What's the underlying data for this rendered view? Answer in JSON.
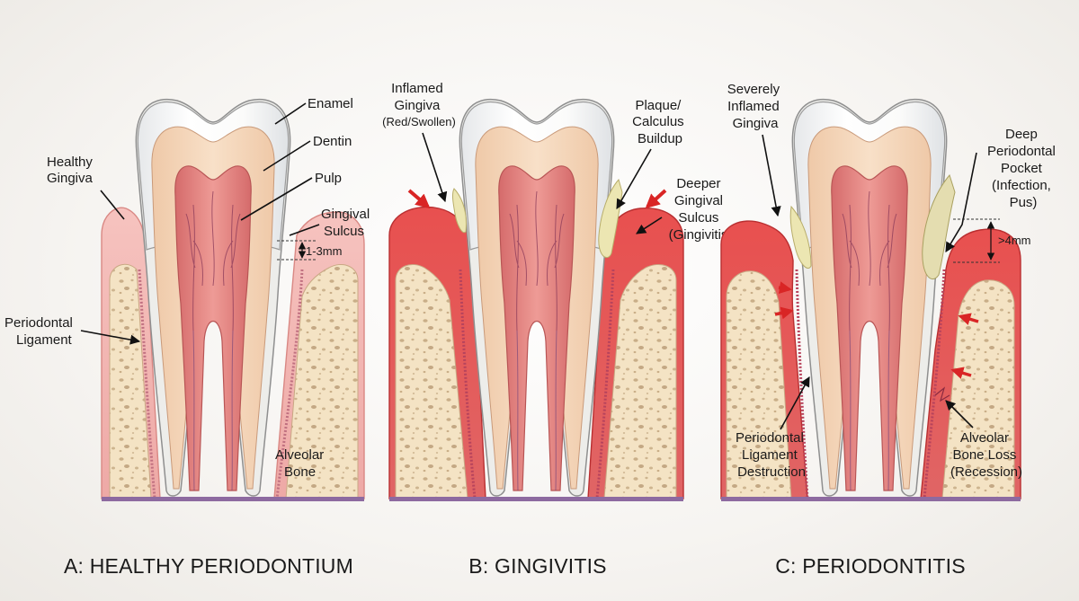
{
  "panels": [
    {
      "title": "A: HEALTHY PERIODONTIUM",
      "labels": {
        "enamel": "Enamel",
        "dentin": "Dentin",
        "pulp": "Pulp",
        "healthy_gingiva": [
          "Healthy",
          "Gingiva"
        ],
        "gingival_sulcus": [
          "Gingival",
          "Sulcus"
        ],
        "sulcus_depth": "1-3mm",
        "periodontal_ligament": [
          "Periodontal",
          "Ligament"
        ],
        "alveolar_bone": [
          "Alveolar",
          "Bone"
        ]
      }
    },
    {
      "title": "B: GINGIVITIS",
      "labels": {
        "inflamed_gingiva": [
          "Inflamed",
          "Gingiva",
          "(Red/Swollen)"
        ],
        "plaque_calculus": [
          "Plaque/",
          "Calculus",
          "Buildup"
        ],
        "deeper_sulcus": [
          "Deeper",
          "Gingival",
          "Sulcus",
          "(Gingivitis)"
        ]
      }
    },
    {
      "title": "C: PERIODONTITIS",
      "labels": {
        "severely_inflamed": [
          "Severely",
          "Inflamed",
          "Gingiva"
        ],
        "deep_pocket": [
          "Deep",
          "Periodontal",
          "Pocket",
          "(Infection,",
          "Pus)"
        ],
        "pocket_depth": ">4mm",
        "ligament_destruction": [
          "Periodontal",
          "Ligament",
          "Destruction"
        ],
        "bone_loss": [
          "Alveolar",
          "Bone Loss",
          "(Recession)"
        ]
      }
    }
  ],
  "colors": {
    "enamel": "#f7f7f5",
    "dentin": "#f3d7bd",
    "pulp": "#e27c7c",
    "gum_healthy": "#f2b3b0",
    "gum_inflamed": "#e0474a",
    "bone": "#f4e3c4",
    "plaque": "#ece6b2",
    "arrow_red": "#d92525"
  }
}
